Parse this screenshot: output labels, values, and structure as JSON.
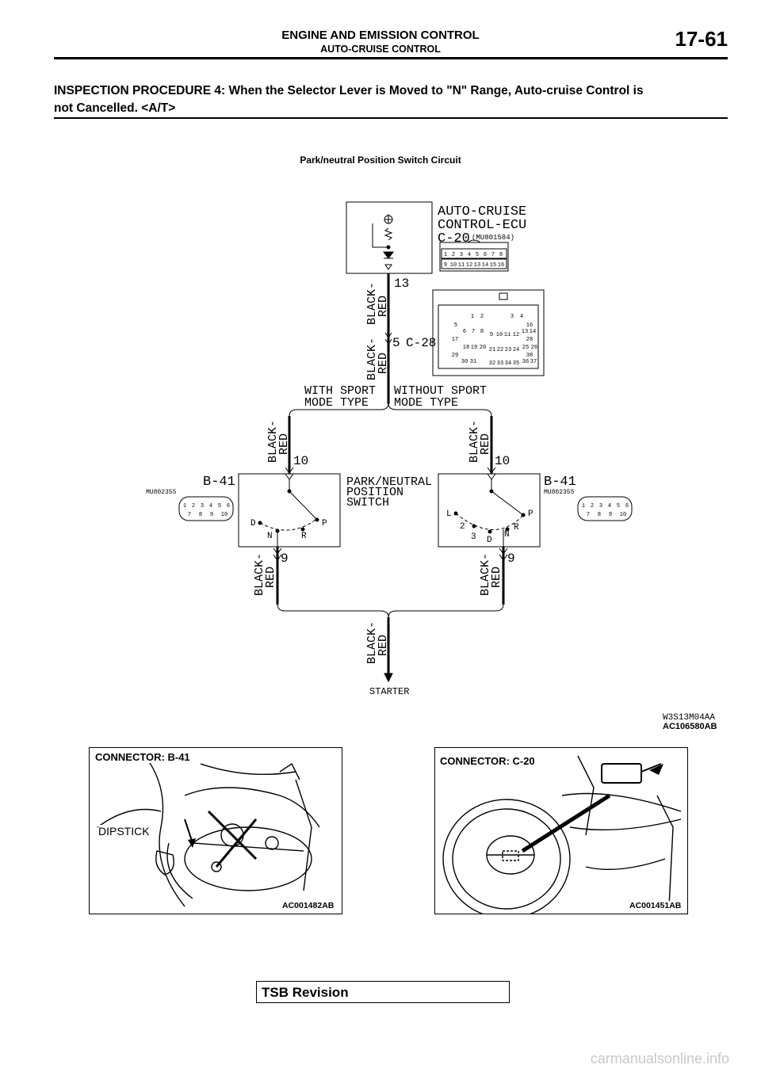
{
  "header": {
    "title": "ENGINE AND EMISSION CONTROL",
    "subtitle": "AUTO-CRUISE CONTROL",
    "page_number": "17-61"
  },
  "procedure": {
    "heading_line1": "INSPECTION PROCEDURE 4: When the Selector Lever is Moved to \"N\" Range, Auto-cruise Control is",
    "heading_line2": "not Cancelled. <A/T>"
  },
  "figure": {
    "title": "Park/neutral Position Switch Circuit",
    "ecu_line1": "AUTO-CRUISE",
    "ecu_line2": "CONTROL-ECU",
    "ecu_connector": "C-20",
    "ecu_part": "(MU801584)",
    "wire_label_1": "BLACK-",
    "wire_label_2": "RED",
    "pin_13": "13",
    "pin_5": "5",
    "conn_c28": "C-28",
    "with_sport_1": "WITH SPORT",
    "with_sport_2": "MODE TYPE",
    "without_sport_1": "WITHOUT SPORT",
    "without_sport_2": "MODE TYPE",
    "pin_10": "10",
    "pin_9": "9",
    "switch_connector": "B-41",
    "switch_part": "MU802355",
    "switch_1": "PARK/NEUTRAL",
    "switch_2": "POSITION",
    "switch_3": "SWITCH",
    "pos_d": "D",
    "pos_n": "N",
    "pos_r": "R",
    "pos_p": "P",
    "pos_l": "L",
    "pos_2": "2",
    "pos_3": "3",
    "starter": "STARTER",
    "drawing_code": "W3S13M04AA",
    "ref": "AC106580AB"
  },
  "photos": {
    "left_label": "CONNECTOR: B-41",
    "left_callout": "DIPSTICK",
    "left_ref": "AC001482AB",
    "right_label": "CONNECTOR: C-20",
    "right_ref": "AC001451AB"
  },
  "footer": {
    "tsb": "TSB Revision",
    "watermark": "carmanualsonline.info"
  }
}
